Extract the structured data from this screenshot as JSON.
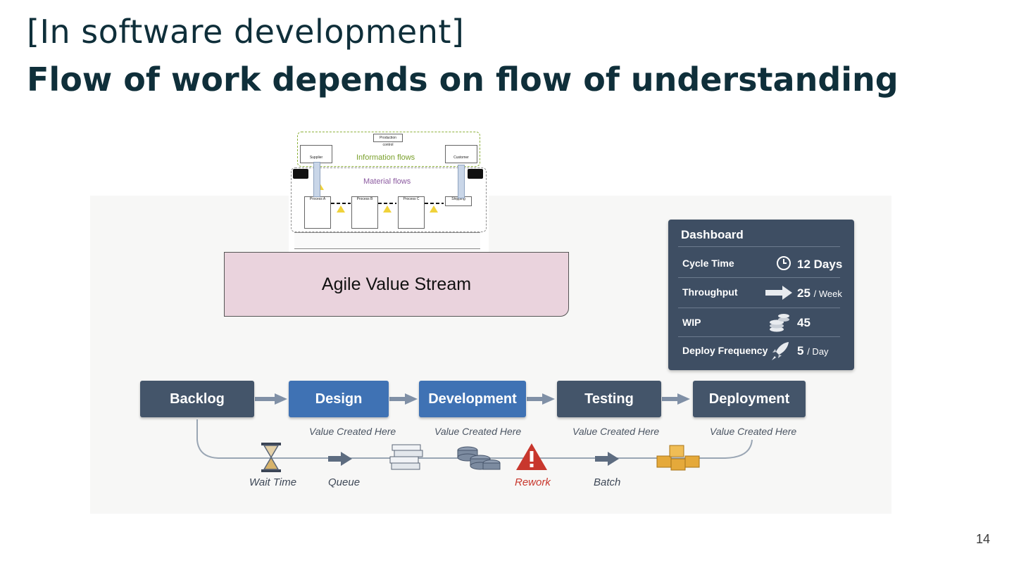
{
  "header": {
    "kicker": "[In software development]",
    "title": "Flow of work depends on flow of understanding"
  },
  "page_number": "14",
  "vsm": {
    "information_label": "Information flows",
    "material_label": "Material flows",
    "production_control": "Production control",
    "supplier": "Supplier",
    "customer": "Customer",
    "processes": [
      "Process A",
      "Process B",
      "Process C",
      "Shipping"
    ]
  },
  "agile_box": {
    "label": "Agile Value Stream"
  },
  "dashboard": {
    "title": "Dashboard",
    "rows": [
      {
        "label": "Cycle Time",
        "value": "12 Days",
        "unit": "",
        "icon": "clock-icon"
      },
      {
        "label": "Throughput",
        "value": "25",
        "unit": "/ Week",
        "icon": "arrow-right-icon"
      },
      {
        "label": "WIP",
        "value": "45",
        "unit": "",
        "icon": "coins-stack-icon"
      },
      {
        "label": "Deploy Frequency",
        "value": "5",
        "unit": "/ Day",
        "icon": "rocket-icon"
      }
    ]
  },
  "stages": [
    {
      "label": "Backlog",
      "style": "dark"
    },
    {
      "label": "Design",
      "style": "blue",
      "note": "Value Created Here"
    },
    {
      "label": "Development",
      "style": "blue",
      "note": "Value Created Here"
    },
    {
      "label": "Testing",
      "style": "dark",
      "note": "Value Created Here"
    },
    {
      "label": "Deployment",
      "style": "dark",
      "note": "Value Created Here"
    }
  ],
  "waste": {
    "wait_time": "Wait Time",
    "queue": "Queue",
    "rework": "Rework",
    "batch": "Batch"
  },
  "colors": {
    "title": "#0f2f3a",
    "stage_dark": "#44556a",
    "stage_blue": "#3f72b4",
    "agile_box": "#ead3dd",
    "dashboard": "#3e4e63",
    "rework": "#c8372d",
    "info_flow": "#7aa02c",
    "material_flow": "#8b5aa0"
  }
}
